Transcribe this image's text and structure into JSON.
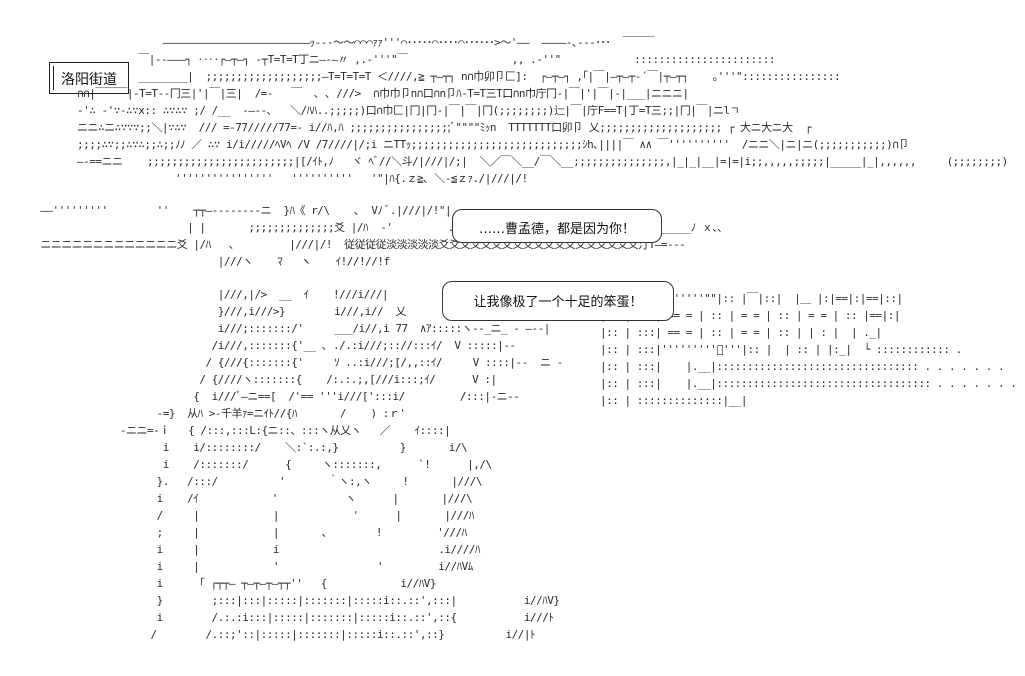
{
  "location": {
    "label": "洛阳街道"
  },
  "dialogue": [
    {
      "text": "……曹孟德，都是因为你！"
    },
    {
      "text": "让我像极了一个十足的笨蛋！"
    }
  ],
  "ascii_art": {
    "background_top": "                      ――――――――――――――――――――――――ｯ--‐～～⌒⌒⌒ｧｧ'''⌒･････⌒････⌒･･････>～'――  ――――-､‐‐‐･･･  ￣￣￣\n                  ￣|‐‐―――┐ ‥‥┌―┬―┐ -┬T=T=T丁ニ―-―〃 ,.-'''\"￣                 ,, .-''\"            :::::::::::::::::::::::\n                  ________|  ;;;;;;;;;;;;;;;;;;;―T=T=T=T ＜////,≧ ┬―┬┐ n∩巾卯卩匚]:  ┌―┬―┐ ,｢|￣|―┬―┬-´￣|┬―┬┐    ｡'''\"::::::::::::::::\n        ∩∩|￣￣￣|-T=T--冂三|'|￣|三|  /=-   ￣  ､ ､ ///>  ∩巾巾卩n∩口∩n卩ﾊ‐T=T三T口∩n巾庁冂-|￣|'|￣|-|___|ニニニ|\n        ‐'∴ ‐'∵‐∴∵x:: ∴∵∴∵ ;/ /__  ‐―‐‐､   ＼/ﾊﾊ..;;;;;)口∩巾匚|冂|冂-|￣|￣|冂(;;;;;;;;)辷|￣|庁F==T|丁=T三;;|冂|￣|ニlㄱ\n        ニニ∴ニ∴∵∵∵;;＼|∵∴∵  /// =-77/////77=- i//ﾊ,ﾊ ;;;;;;;;;;;;;;;;;ﾞ\"\"\"\"ﾐｯn  TTTTTTT口卯卩 乂;;;;;;;;;;;;;;;;;;;; ┌ 大ニ大ニ大  ┌\n        ;;;;∴∵;;∴∵∴;;∴;;ﾉﾉ ／ ∴∵ i/i/////ﾍVﾍ /V /7////|/;i ニTTｯ;;;;;;;;;;;;;;;;;;;;;;;;;;;;ｼh､||||￣ ∧∧ ￣''''''''''  /ニニ＼|ニ|ニ(;;;;;;;;;;;)∩卩\n        ―‐==ニニ    ;;;;;;;;;;;;;;;;;;;;;;;;|[/ｲﾄ,ﾉ   ヾ ﾍﾞ//＼斗/|///|/;|  ＼／￣＼__/￣＼__;;;;;;;;;;;;;;;,|_|_|__|=|=|i;;,,,,,;;;;;|_____|_|,,,,,,     (;;;;;;;;)\n                        ''''''''''''''''   ''''''''''   '\"|ﾊ{.ｚ≧､ ＼-≦ｚｧ./|///|/!  ",
    "background_mid": "  ――'''''''''        ''    ┬┬―‐‐‐‐‐‐‐‐ニ  }ﾊ《 r/\\    ､  Vﾉ ﾞ.|///|/!\"|\n                          | |       ;;;;;;;;;;;;;;爻 |/ﾊ  -'         .|///|/!  乂____________________________ﾉ ｘ､､\n  ニニニニニニニニニニニニニ爻 |/ﾊ   ､         |///|/!  従従従従淡淡淡淡淡爻爻爻爻爻爻爻爻爻爻爻爻爻爻爻爻爻爻爻汀T―=-‐‐\n                               |///ヽ    ﾏ   ヽ    ｲ!//!//!f",
    "figure_body": "                               |///,|/>  __  ｲ    !///i///|\n                               }///,i///>}        i///,i//  乂\n                               i///;:::::::/'     ___/i//,i 77  ∧ｱ:::::ヽ‐-_ニ_ - ―‐‐|\n                              /i///,:::::::{'__ ､ ./.:i///;:://:::ｲ/  V :::::|‐‐\n                             / {///{:::::::{'     ｿ ..:i///;[/,,::ｲ/     V ::::|-‐  ニ -\n                            / {////ヽ:::::::{    /:.:.;,[///i:::;ｲ/      V :|\n                           {  i///ﾞ―ニ==[  /'== '''i///[':::i/         /:::|-ニ--\n                     -=}  从ﾊ >-千羊ｧ=ニｲﾄ//{ﾊ       /    ) :ｒ'\n               -ニニ=-ｉ   { /:::,:::L:{ニ::、:::ヽ从乂ヽ   ／    ｲ::::|\n                      i    i/::::::::/    ＼:`:.:,}          }       i/\\\n                      i    /:::::::/      {     ヽ:::::::,      `!      |,/\\\n                     }.   /:::/          '       ｀ヽ:,ヽ     !       |///\\\n                     i    /ｲ            '           ヽ      |       |///\\\n                     /     |            |            '      |       |///ﾊ\n                     ;     |            |       ､        !         '///ﾊ\n                     i     |            i                          .i////ﾊ\n                     i     |            '                '         i//ﾊVﾑ\n                     i      ｢ ┌┬┬― ┬―┬―┬―┬┬''   {            i//ﾊV}\n                     }        ;:::|:::|:::::|:::::::|:::::i::.::',:::|           i//ﾊV}\n                     i        /.:.:i:::|:::::|:::::::|:::::i::.::',::{           i///ﾄ\n                    /        /.::;'::|:::::|:::::::|:::::i::.::',::}          i//|ﾄ",
    "right_buildings": "|:: | :::|'''''''\"\"|:: |￣|::|  |＿ |:|==|:|==|::|\n|:: | :::| == = | :: | = = | :: | = = | :: |==|:|\n|:: | :::| == = | :: | = = | :: | | : |  | ._|\n|:: | :::|'''''''''ﾞ'''|:: |  | :: | |:_|  └ :::::::::::: .\n|:: | :::|    |.__|::::::::::::::::::::::::::::::::: . . . . . . .\n|:: | :::|    |.__|::::::::::::::::::::::::::::::::::: . . . . . . .\n|:: | ::::::::::::::|__|"
  }
}
